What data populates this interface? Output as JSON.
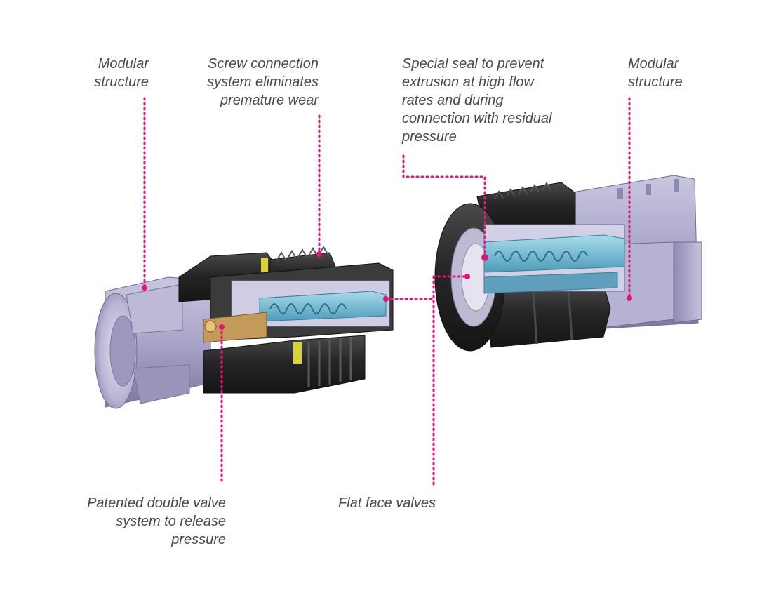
{
  "labels": {
    "modular_left": "Modular\nstructure",
    "screw_connection": "Screw connection\nsystem eliminates\npremature wear",
    "special_seal": "Special seal to prevent\nextrusion at high flow\nrates and during\nconnection with residual\npressure",
    "modular_right": "Modular\nstructure",
    "double_valve": "Patented double valve\nsystem to release\npressure",
    "flat_face": "Flat face valves"
  },
  "colors": {
    "leader": "#e0157e",
    "text": "#4a4a4a",
    "body_metal": "#a8a4c6",
    "body_metal_dark": "#7f7ba3",
    "nut_black": "#262626",
    "nut_dark": "#3a3a3a",
    "valve_blue": "#7ec3db",
    "accent_yellow": "#d8d23a"
  }
}
